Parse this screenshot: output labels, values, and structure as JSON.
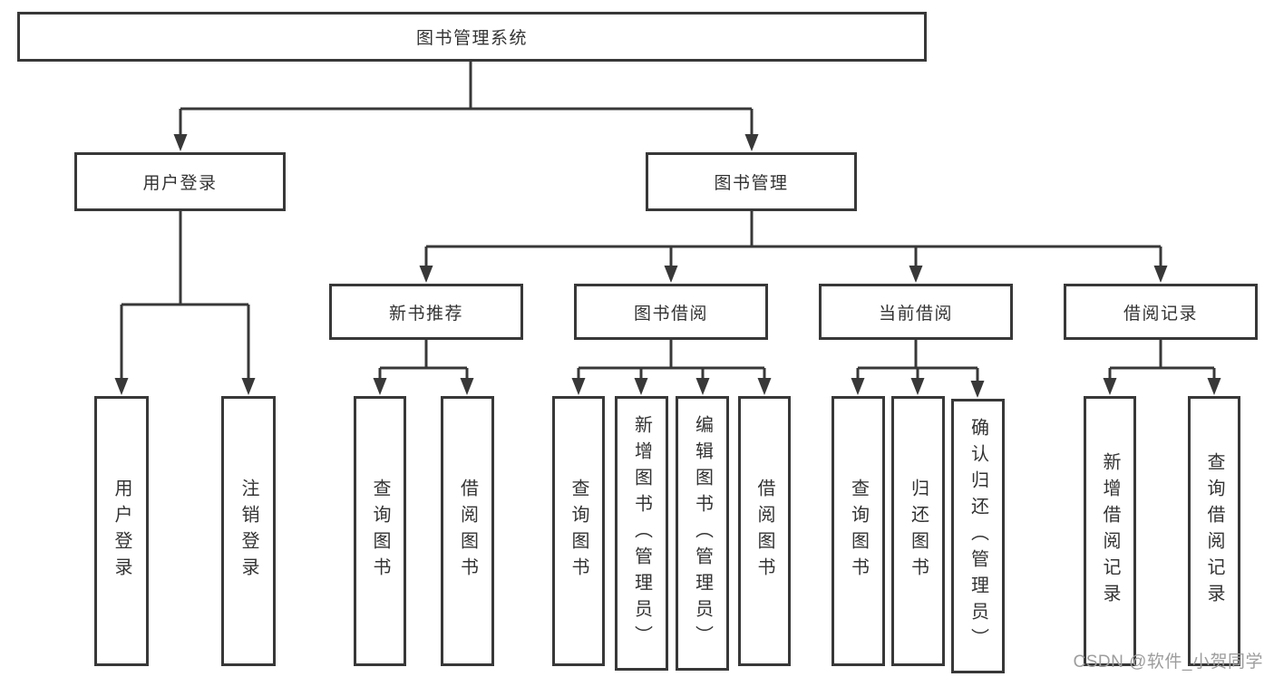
{
  "nodes": {
    "root": {
      "label": "图书管理系统"
    },
    "user_login": {
      "label": "用户登录"
    },
    "book_management": {
      "label": "图书管理"
    },
    "new_book_recommend": {
      "label": "新书推荐"
    },
    "book_borrow": {
      "label": "图书借阅"
    },
    "current_borrow": {
      "label": "当前借阅"
    },
    "borrow_records": {
      "label": "借阅记录"
    },
    "leaf_user_login": {
      "label": "用户登录"
    },
    "leaf_logout": {
      "label": "注销登录"
    },
    "leaf_rec_query": {
      "label": "查询图书"
    },
    "leaf_rec_borrow": {
      "label": "借阅图书"
    },
    "leaf_bb_query": {
      "label": "查询图书"
    },
    "leaf_bb_add": {
      "label": "新增图书（管理员）"
    },
    "leaf_bb_edit": {
      "label": "编辑图书（管理员）"
    },
    "leaf_bb_borrow": {
      "label": "借阅图书"
    },
    "leaf_cb_query": {
      "label": "查询图书"
    },
    "leaf_cb_return": {
      "label": "归还图书"
    },
    "leaf_cb_confirm": {
      "label": "确认归还（管理员）"
    },
    "leaf_br_add": {
      "label": "新增借阅记录"
    },
    "leaf_br_query": {
      "label": "查询借阅记录"
    }
  },
  "hierarchy": {
    "图书管理系统": {
      "用户登录": [
        "用户登录",
        "注销登录"
      ],
      "图书管理": {
        "新书推荐": [
          "查询图书",
          "借阅图书"
        ],
        "图书借阅": [
          "查询图书",
          "新增图书（管理员）",
          "编辑图书（管理员）",
          "借阅图书"
        ],
        "当前借阅": [
          "查询图书",
          "归还图书",
          "确认归还（管理员）"
        ],
        "借阅记录": [
          "新增借阅记录",
          "查询借阅记录"
        ]
      }
    }
  },
  "watermark": {
    "text": "CSDN @软件_小贺同学",
    "color": "#9d9d9d"
  },
  "colors": {
    "line": "#383838",
    "box_border": "#383838",
    "text": "#333333",
    "background": "#ffffff"
  }
}
